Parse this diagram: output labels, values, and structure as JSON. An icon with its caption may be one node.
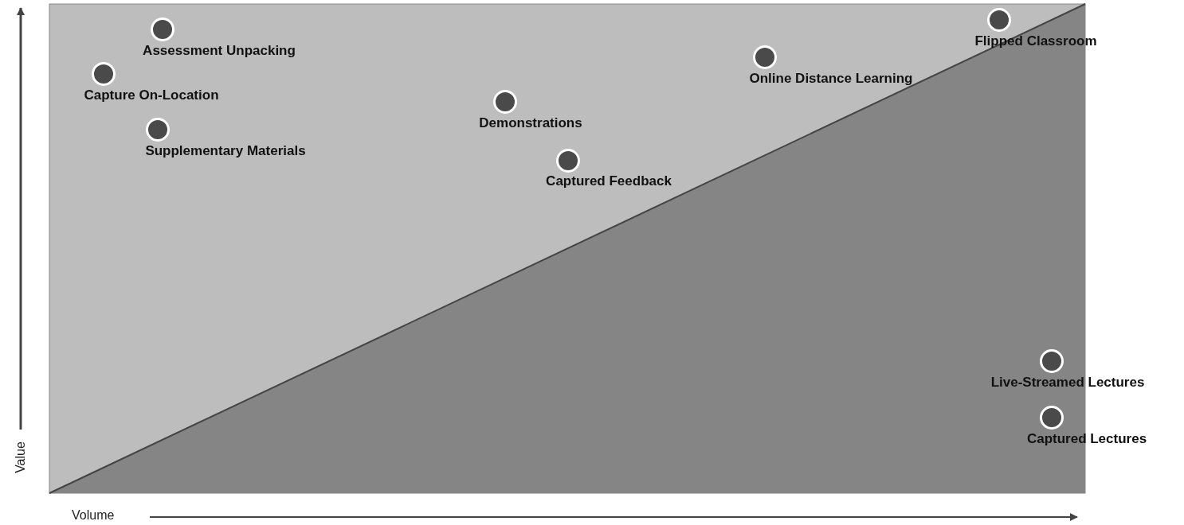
{
  "diagram": {
    "nodes": [
      {
        "text": [
          "Flipped Classroom"
        ]
      },
      {
        "text": [
          "Assessment Unpacking"
        ]
      },
      {
        "text": [
          "Online Distance Learning"
        ]
      },
      {
        "text": [
          "Capture On-Location"
        ]
      },
      {
        "text": [
          "Demonstrations"
        ]
      },
      {
        "text": [
          "Supplementary Materials"
        ]
      },
      {
        "text": [
          "Captured Feedback"
        ]
      },
      {
        "text": [
          "Live-Streamed Lectures"
        ]
      },
      {
        "text": [
          "Captured Lectures"
        ]
      }
    ],
    "labels": [
      "Value",
      "Volume"
    ]
  }
}
